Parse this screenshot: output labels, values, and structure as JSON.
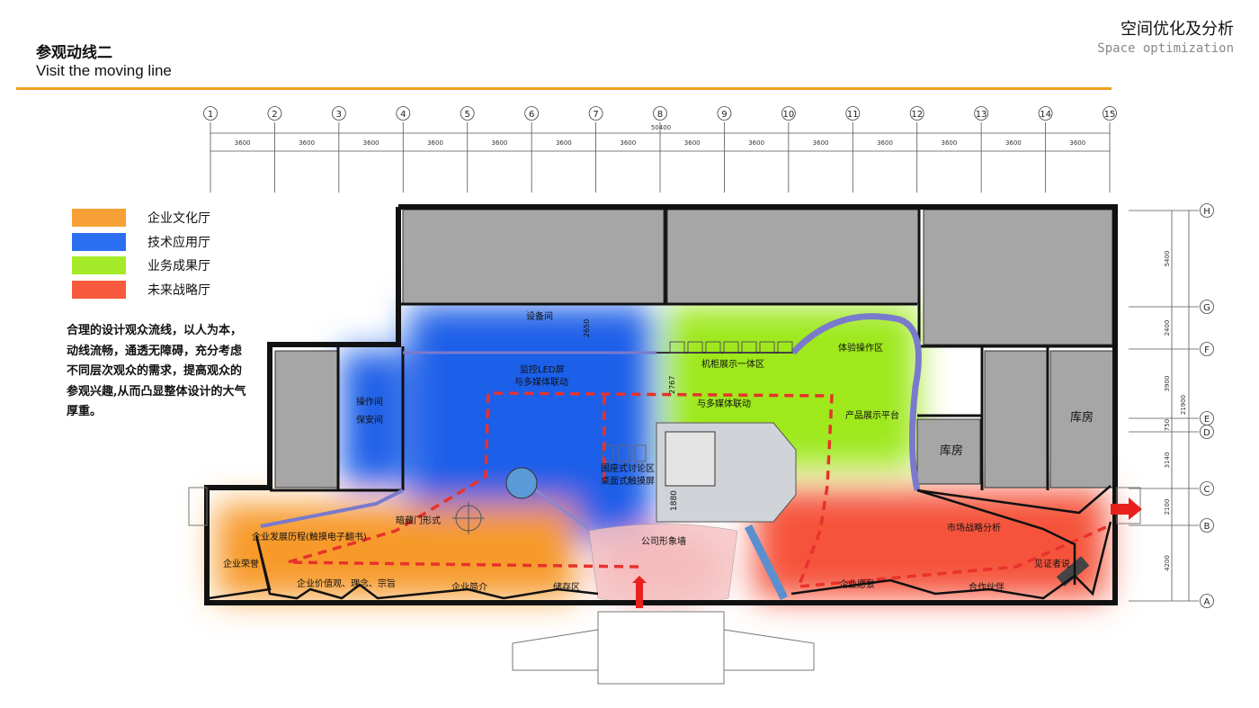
{
  "header": {
    "title_cn": "参观动线二",
    "title_en": "Visit the moving line",
    "corner_cn": "空间优化及分析",
    "corner_en": "Space optimization"
  },
  "legend": [
    {
      "label": "企业文化厅",
      "color": "#f7a035"
    },
    {
      "label": "技术应用厅",
      "color": "#2a6ff0"
    },
    {
      "label": "业务成果厅",
      "color": "#a4ea28"
    },
    {
      "label": "未来战略厅",
      "color": "#f75a3c"
    }
  ],
  "description": "合理的设计观众流线，以人为本，动线流畅，通透无障碍，充分考虑不同层次观众的需求，提高观众的参观兴趣,从而凸显整体设计的大气厚重。",
  "grid": {
    "columns": [
      "1",
      "2",
      "3",
      "4",
      "5",
      "6",
      "7",
      "8",
      "9",
      "10",
      "11",
      "12",
      "13",
      "14",
      "15"
    ],
    "spans": [
      "3600",
      "3600",
      "3600",
      "3600",
      "3600",
      "3600",
      "3600",
      "3600",
      "3600",
      "3600",
      "3600",
      "3600",
      "3600",
      "3600"
    ],
    "total": "50400",
    "rows": [
      "H",
      "G",
      "F",
      "E",
      "D",
      "C",
      "B",
      "A"
    ],
    "row_dims": [
      "5400",
      "2400",
      "3900",
      "750",
      "3140",
      "2100",
      "4200"
    ],
    "row_total": "21900"
  },
  "rooms": {
    "equipment": "设备间",
    "dim_2650": "2650",
    "control": "操作间",
    "security": "保安间",
    "led": "监控LED屏",
    "led2": "与多媒体联动",
    "cabinet": "机柜展示一体区",
    "experience": "体验操作区",
    "media_link": "与多媒体联动",
    "dim_2767": "2767",
    "product": "产品展示平台",
    "discussion1": "围座式讨论区",
    "discussion2": "桌面式触摸屏",
    "dim_1880": "1880",
    "warehouse1": "库房",
    "warehouse2": "库房",
    "hidden_door": "暗藏门形式",
    "history": "企业发展历程(触摸电子翻书)",
    "honor": "企业荣誉",
    "values": "企业价值观、理念、宗旨",
    "intro": "企业简介",
    "storage": "储存区",
    "image_wall": "公司形象墙",
    "strategy": "市场战略分析",
    "vision": "企业愿景",
    "partners": "合作伙伴",
    "witness": "见证者说"
  }
}
